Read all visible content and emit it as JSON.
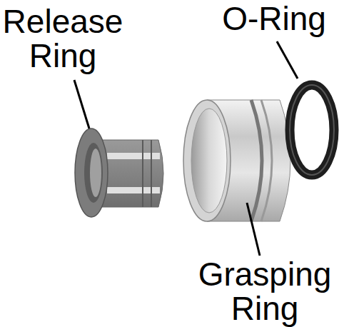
{
  "diagram": {
    "labels": [
      "Release Ring",
      "O-Ring",
      "Grasping Ring"
    ]
  }
}
